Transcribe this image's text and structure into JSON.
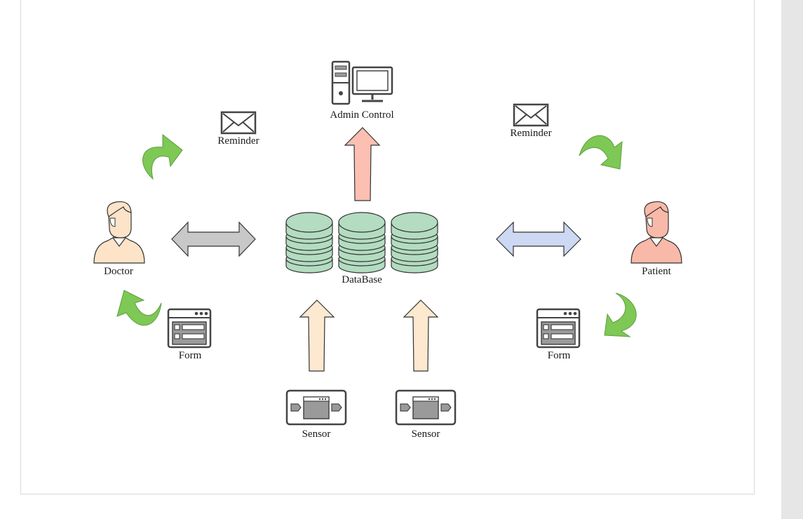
{
  "diagram": {
    "nodes": {
      "admin": {
        "label": "Admin Control",
        "icon": "computer-icon"
      },
      "database": {
        "label": "DataBase",
        "icon": "database-icon"
      },
      "doctor": {
        "label": "Doctor",
        "icon": "person-icon"
      },
      "patient": {
        "label": "Patient",
        "icon": "person-icon"
      },
      "reminder_left": {
        "label": "Reminder",
        "icon": "envelope-icon"
      },
      "reminder_right": {
        "label": "Reminder",
        "icon": "envelope-icon"
      },
      "form_left": {
        "label": "Form",
        "icon": "form-icon"
      },
      "form_right": {
        "label": "Form",
        "icon": "form-icon"
      },
      "sensor_left": {
        "label": "Sensor",
        "icon": "sensor-icon"
      },
      "sensor_right": {
        "label": "Sensor",
        "icon": "sensor-icon"
      }
    },
    "colors": {
      "database_fill": "#b3dcc0",
      "doctor_skin": "#fde3c8",
      "patient_skin": "#f9b9a8",
      "admin_arrow": "#fbc0b2",
      "doctor_arrow": "#c8c8c8",
      "patient_arrow": "#cdd8f2",
      "sensor_arrow": "#fde8d0",
      "cycle_arrow": "#7ec855"
    }
  }
}
